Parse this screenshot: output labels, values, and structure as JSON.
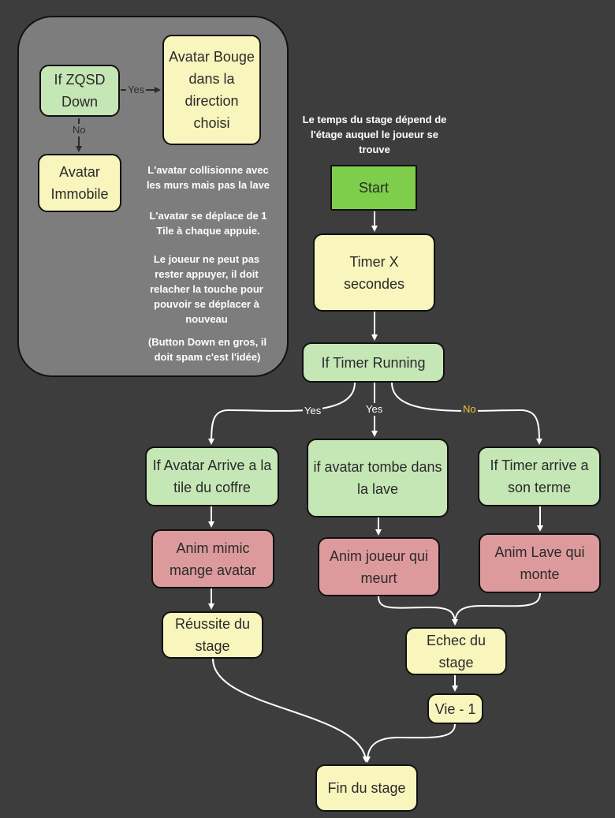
{
  "diagram": {
    "nodes": {
      "if_zqsd": "If ZQSD Down",
      "avatar_bouge": "Avatar Bouge dans la direction choisi",
      "avatar_immobile": "Avatar Immobile",
      "start": "Start",
      "timer": "Timer X secondes",
      "if_timer_running": "If Timer Running",
      "if_arrive_coffre": "If Avatar Arrive a la tile du coffre",
      "if_tombe_lave": "if avatar tombe dans la lave",
      "if_timer_terme": "If Timer arrive a son terme",
      "anim_mimic": "Anim mimic mange avatar",
      "anim_joueur": "Anim joueur qui meurt",
      "anim_lave": "Anim Lave qui monte",
      "reussite": "Réussite du stage",
      "echec": "Echec du stage",
      "vie": "Vie - 1",
      "fin": "Fin du stage"
    },
    "notes": {
      "collision": "L'avatar collisionne avec les murs mais pas la lave",
      "deplacement": "L'avatar se déplace de 1 Tile à chaque appuie.",
      "relacher": "Le joueur ne peut pas rester appuyer, il doit relacher la touche pour pouvoir se déplacer à nouveau",
      "button_down": "(Button Down en gros, il doit spam c'est l'idée)",
      "temps_stage": "Le temps du stage dépend de l'étage auquel le joueur se trouve"
    },
    "edge_labels": {
      "zqsd_yes": "Yes",
      "zqsd_no": "No",
      "running_yes_left": "Yes",
      "running_yes_mid": "Yes",
      "running_no": "No"
    },
    "colors": {
      "background": "#3d3d3d",
      "group": "#7d7d7d",
      "condition": "#c5e6b5",
      "action": "#f8f5bd",
      "animation": "#dc9a9c",
      "start": "#7ece4b",
      "no_label": "#f2c230"
    }
  }
}
